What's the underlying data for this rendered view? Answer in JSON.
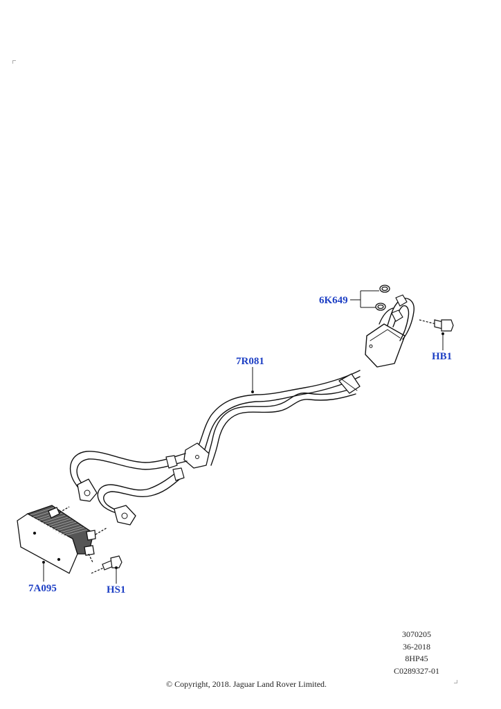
{
  "callouts": {
    "seal": "6K649",
    "bolt_top": "HB1",
    "tube_assembly": "7R081",
    "cooler": "7A095",
    "bolt_bottom": "HS1"
  },
  "reference": {
    "line1": "3070205",
    "line2": "36-2018",
    "line3": "8HP45",
    "line4": "C0289327-01"
  },
  "copyright": "© Copyright, 2018. Jaguar Land Rover Limited.",
  "colors": {
    "callout": "#1d3fc4",
    "line": "#111111"
  }
}
